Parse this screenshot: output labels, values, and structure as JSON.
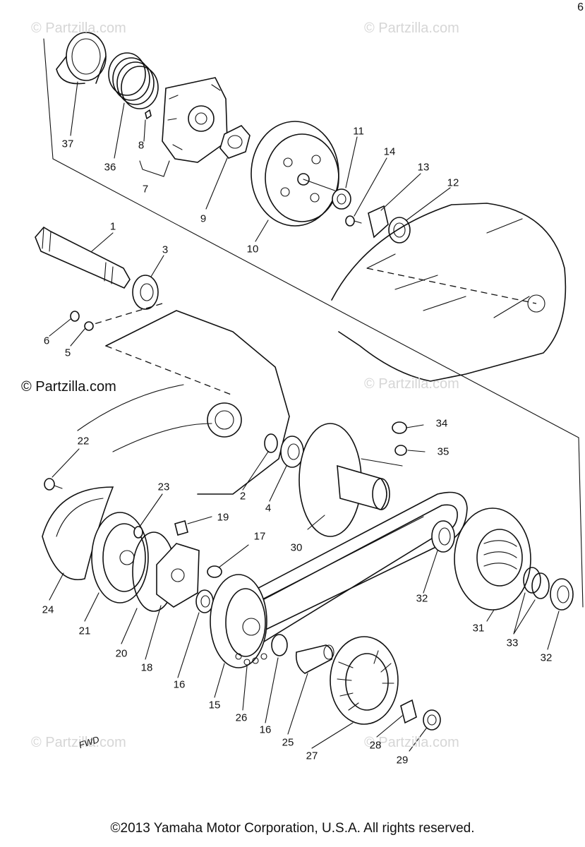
{
  "watermarks": {
    "top_left": "© Partzilla.com",
    "top_right": "© Partzilla.com",
    "mid_left": "© Partzilla.com",
    "mid_right": "© Partzilla.com",
    "bottom_left": "© Partzilla.com",
    "bottom_right": "© Partzilla.com"
  },
  "corner_mark": "6",
  "fwd_label": "FWD",
  "copyright": "©2013 Yamaha Motor Corporation, U.S.A. All rights reserved.",
  "callouts": {
    "p1": "1",
    "p2": "2",
    "p3": "3",
    "p4": "4",
    "p5": "5",
    "p6": "6",
    "p7": "7",
    "p8": "8",
    "p9": "9",
    "p10": "10",
    "p11": "11",
    "p12": "12",
    "p13": "13",
    "p14": "14",
    "p15": "15",
    "p16a": "16",
    "p16b": "16",
    "p17": "17",
    "p18": "18",
    "p19": "19",
    "p20": "20",
    "p21": "21",
    "p22": "22",
    "p23": "23",
    "p24": "24",
    "p25": "25",
    "p26": "26",
    "p27": "27",
    "p28": "28",
    "p29": "29",
    "p30": "30",
    "p31": "31",
    "p32a": "32",
    "p32b": "32",
    "p33": "33",
    "p34": "34",
    "p35": "35",
    "p36": "36",
    "p37": "37"
  }
}
